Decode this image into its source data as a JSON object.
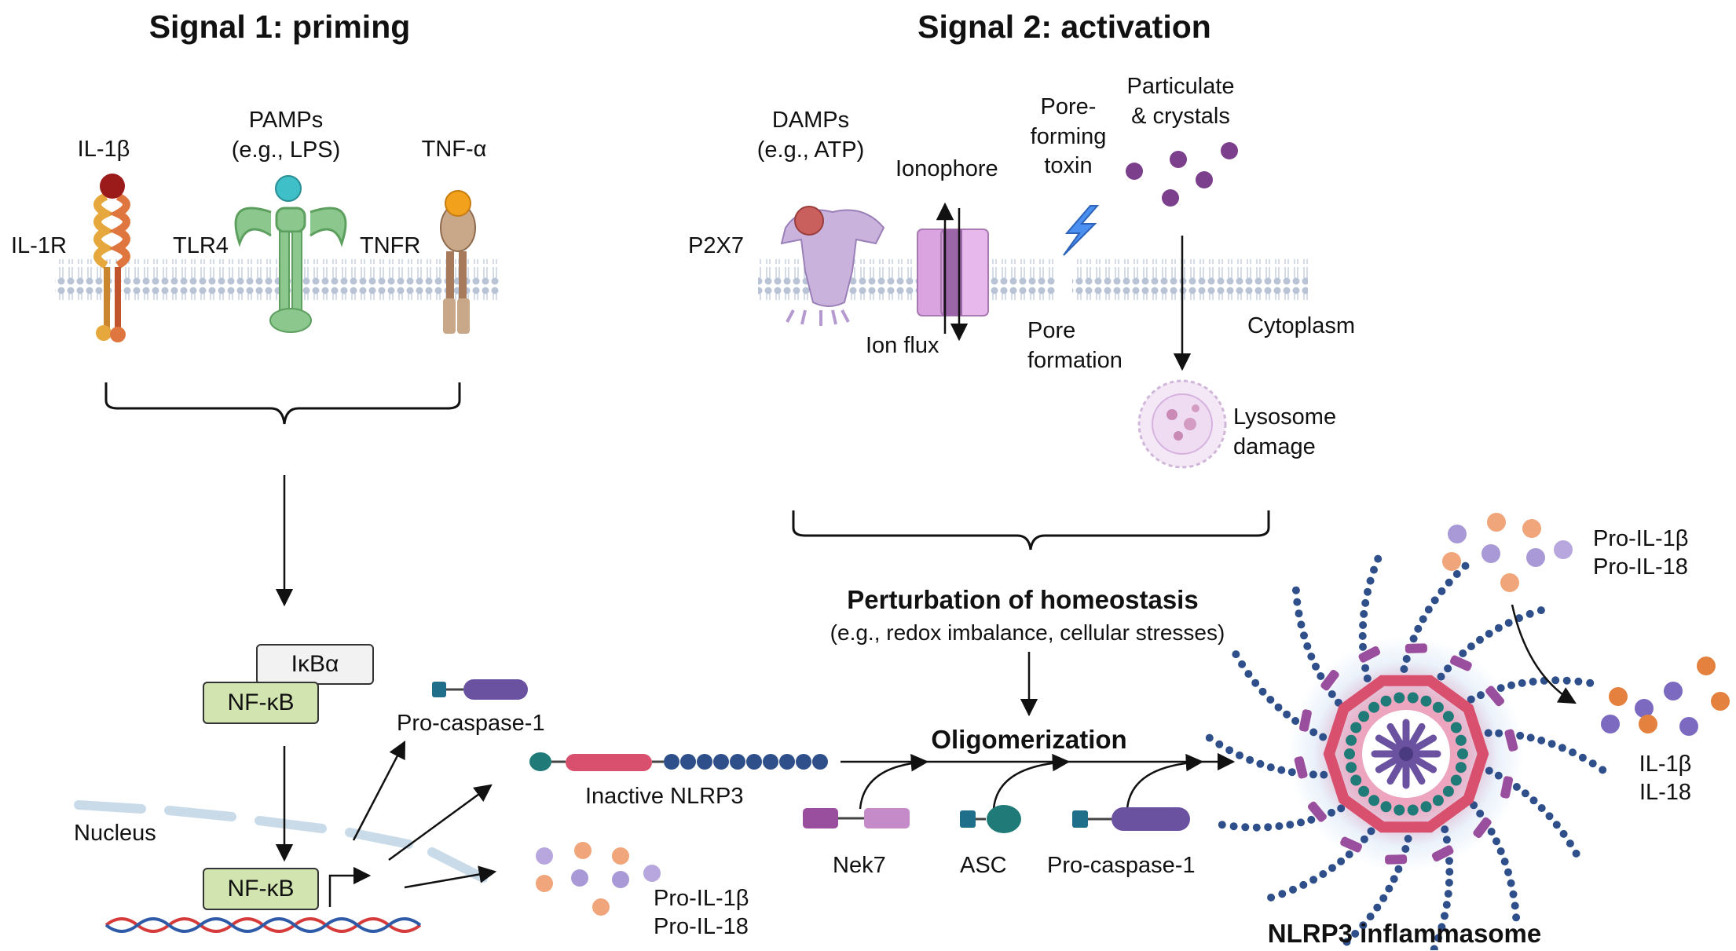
{
  "signal1": {
    "title": "Signal 1: priming"
  },
  "signal2": {
    "title": "Signal 2: activation"
  },
  "receptors": {
    "il1b": "IL-1β",
    "pamps": "PAMPs\n(e.g., LPS)",
    "tnfa": "TNF-α",
    "il1r": "IL-1R",
    "tlr4": "TLR4",
    "tnfr": "TNFR"
  },
  "activation": {
    "damps": "DAMPs\n(e.g., ATP)",
    "p2x7": "P2X7",
    "ionophore": "Ionophore",
    "ion_flux": "Ion flux",
    "pore_toxin": "Pore-\nforming\ntoxin",
    "particulate": "Particulate\n& crystals",
    "pore_formation": "Pore\nformation",
    "cytoplasm": "Cytoplasm",
    "lysosome": "Lysosome\ndamage"
  },
  "priming": {
    "ikba": "IκBα",
    "nfkb_top": "NF-κB",
    "nfkb_bottom": "NF-κB",
    "nucleus": "Nucleus",
    "pro_caspase_top": "Pro-caspase-1",
    "pro_il_bottom": "Pro-IL-1β\nPro-IL-18",
    "inactive_nlrp3": "Inactive NLRP3"
  },
  "homeostasis": {
    "title": "Perturbation of homeostasis",
    "subtitle": "(e.g., redox imbalance, cellular stresses)"
  },
  "oligomerization": {
    "title": "Oligomerization",
    "nek7": "Nek7",
    "asc": "ASC",
    "pro_caspase": "Pro-caspase-1"
  },
  "inflammasome": {
    "title": "NLRP3 inflammasome",
    "pro_il": "Pro-IL-1β\nPro-IL-18",
    "il": "IL-1β\nIL-18"
  },
  "colors": {
    "membrane": "#b8c4d6",
    "il1r": "#e29a3a",
    "tlr4": "#7cc47f",
    "tnfr": "#b88e6e",
    "p2x7": "#b89ac8",
    "ionophore": "#d9a4e0",
    "nfkb_fill": "#d2e4b0",
    "ikba_fill": "#f2f2f2",
    "nlrp3_teal": "#1f7a78",
    "nlrp3_pink": "#d9506e",
    "nlrp3_blue": "#2e4f8a",
    "nek7": "#9a4f9e",
    "caspase": "#6a52a0",
    "orange_dot": "#f0a57a",
    "purple_dot": "#a999d6",
    "particle": "#7b3f8c"
  }
}
